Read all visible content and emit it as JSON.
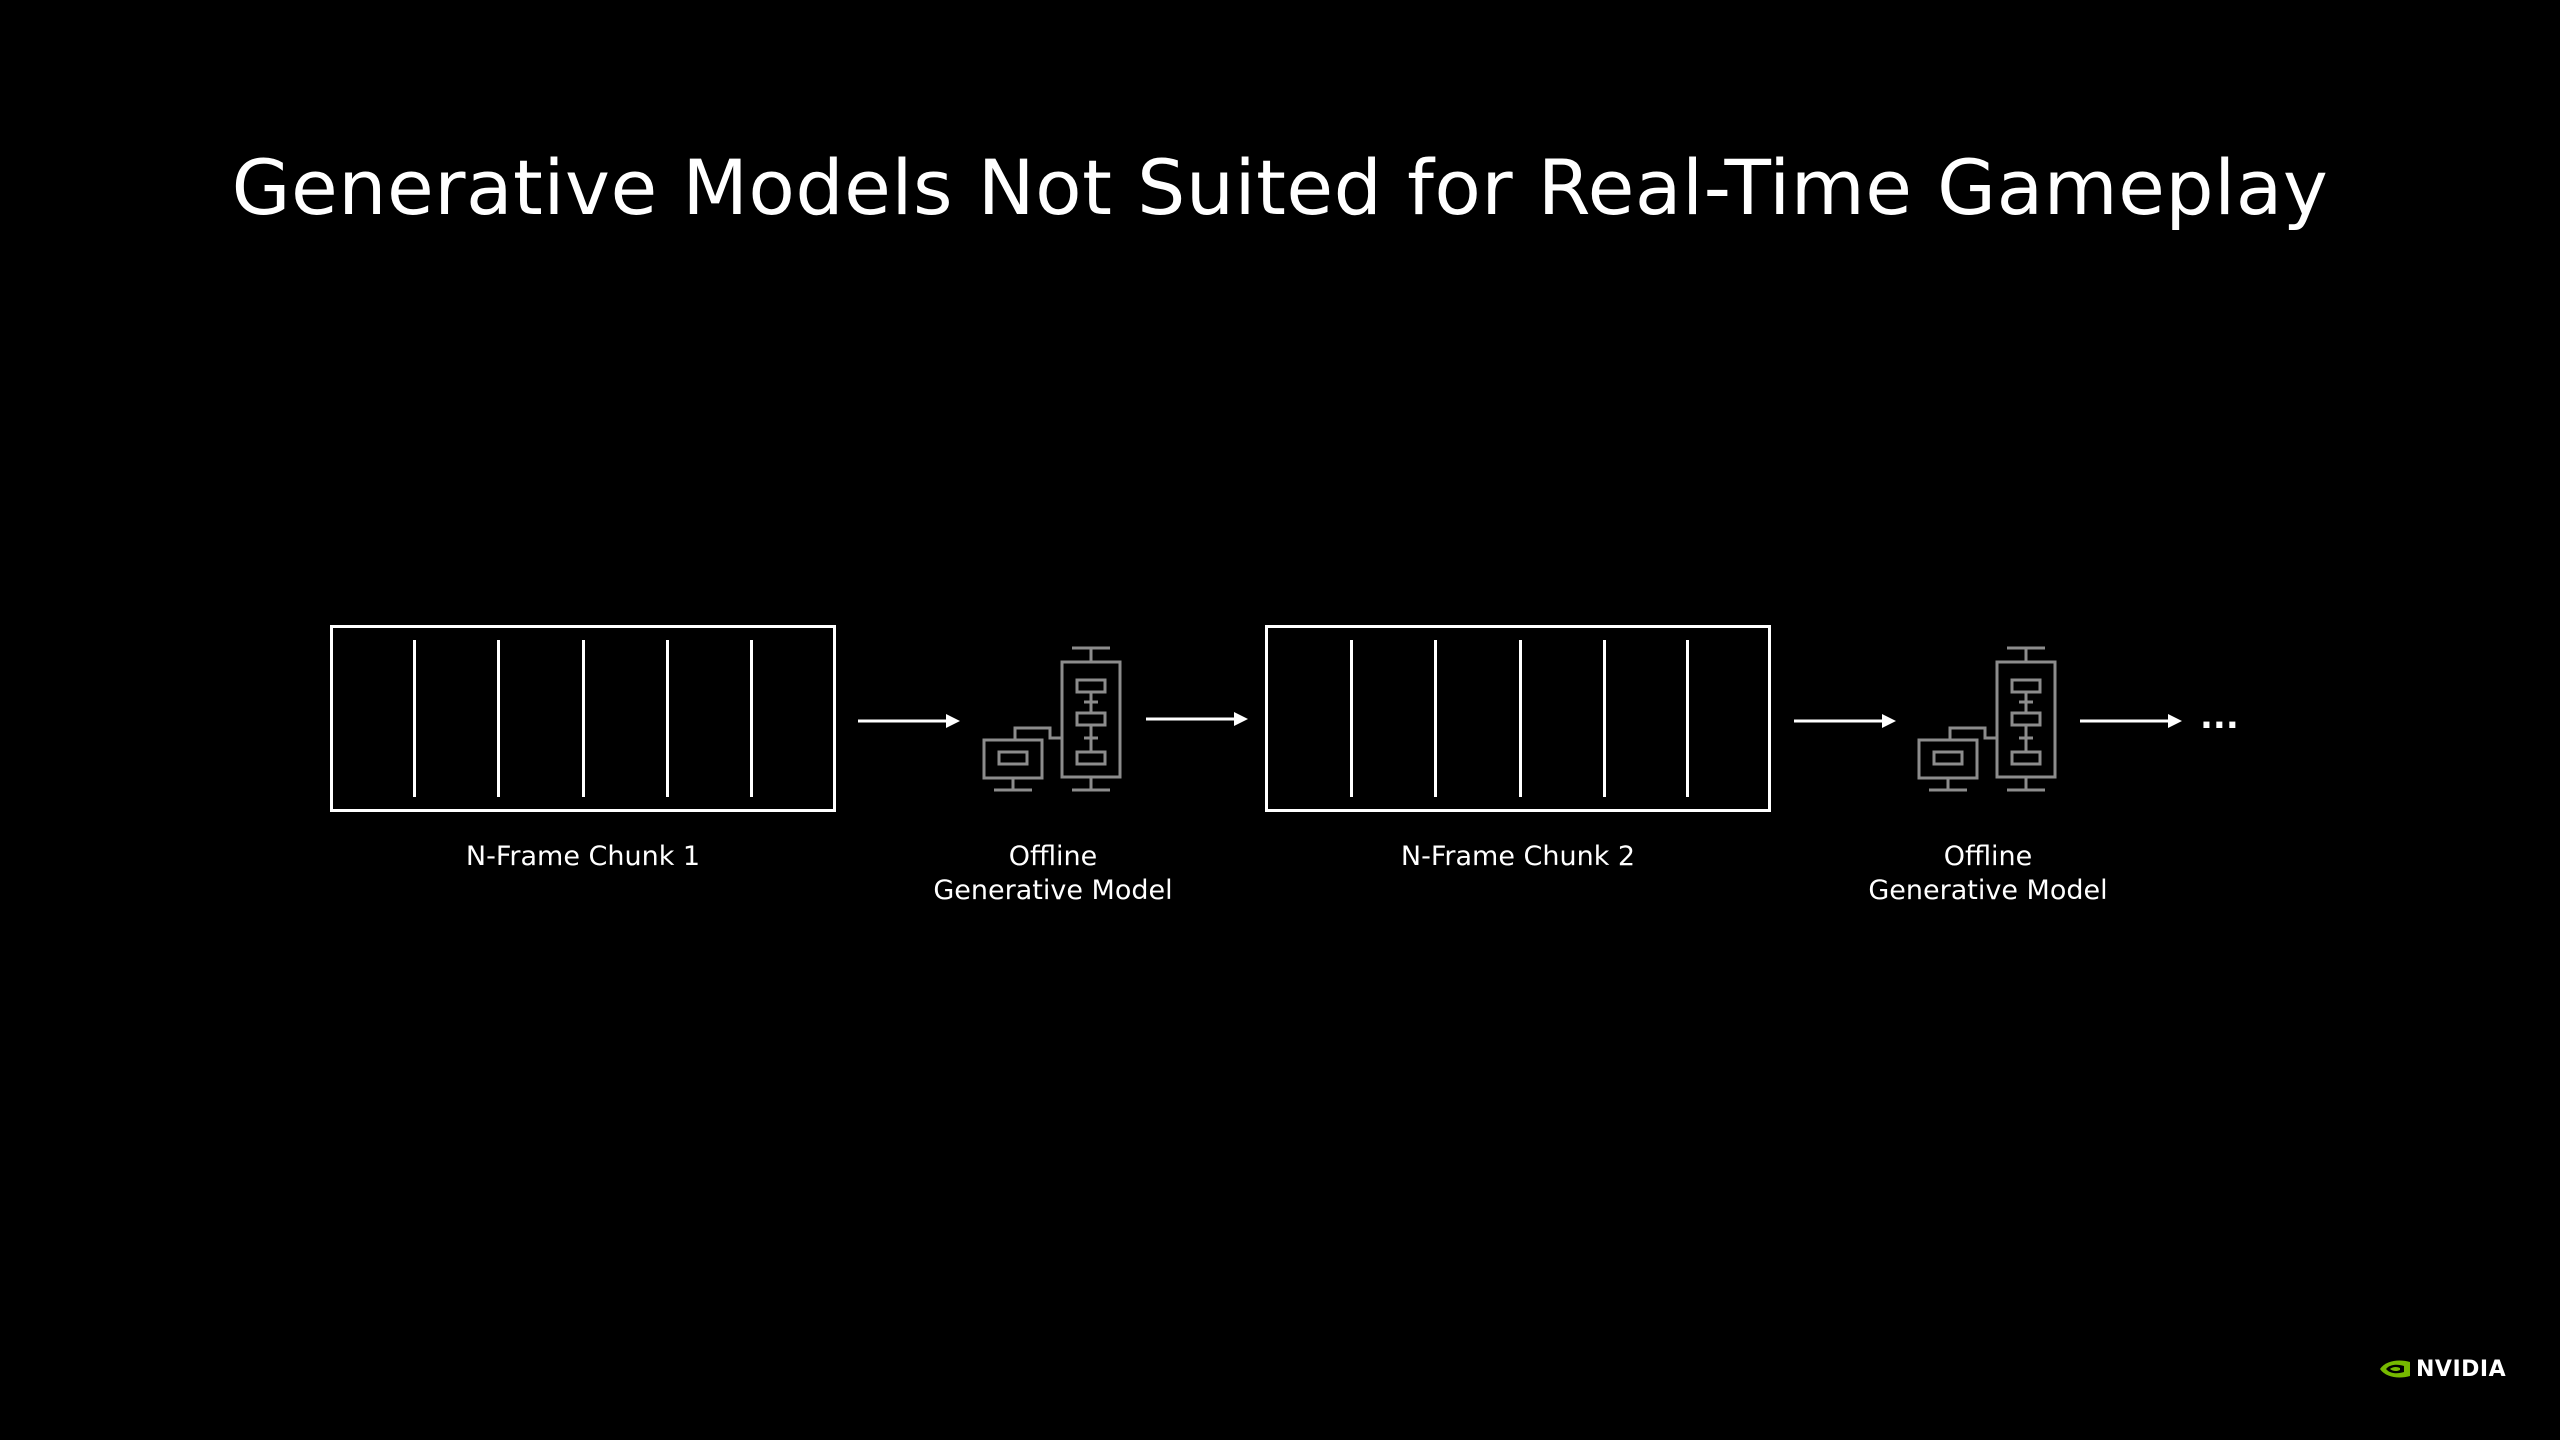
{
  "title": "Generative Models Not Suited for Real-Time Gameplay",
  "chunks": [
    {
      "label": "N-Frame Chunk 1"
    },
    {
      "label": "N-Frame Chunk 2"
    }
  ],
  "models": [
    {
      "label_line1": "Offline",
      "label_line2": "Generative Model"
    },
    {
      "label_line1": "Offline",
      "label_line2": "Generative Model"
    }
  ],
  "continuation": "...",
  "brand": {
    "name": "NVIDIA",
    "accent_color": "#76b900"
  },
  "colors": {
    "background": "#000000",
    "foreground": "#ffffff",
    "icon_stroke": "#8c8c8c"
  }
}
